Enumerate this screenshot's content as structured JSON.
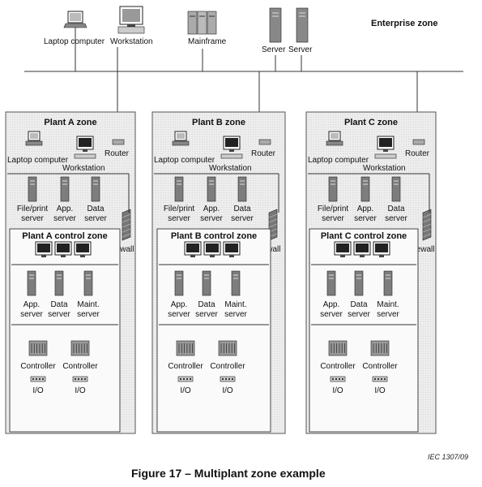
{
  "enterprise": {
    "zone_label": "Enterprise zone",
    "devices": [
      {
        "label": "Laptop computer",
        "icon": "laptop-icon"
      },
      {
        "label": "Workstation",
        "icon": "workstation-icon"
      },
      {
        "label": "Mainframe",
        "icon": "mainframe-icon"
      },
      {
        "label": "Server",
        "icon": "server-icon"
      },
      {
        "label": "Server",
        "icon": "server-icon"
      }
    ]
  },
  "plants": [
    {
      "zone_label": "Plant A zone",
      "control_label": "Plant A control zone",
      "laptop": "Laptop computer",
      "workstation": "Workstation",
      "router": "Router",
      "firewall": "Firewall",
      "servers": [
        [
          "File/print",
          "server"
        ],
        [
          "App.",
          "server"
        ],
        [
          "Data",
          "server"
        ]
      ],
      "control_servers": [
        [
          "App.",
          "server"
        ],
        [
          "Data",
          "server"
        ],
        [
          "Maint.",
          "server"
        ]
      ],
      "controllers": [
        "Controller",
        "Controller"
      ],
      "io": [
        "I/O",
        "I/O"
      ]
    },
    {
      "zone_label": "Plant B zone",
      "control_label": "Plant B control zone",
      "laptop": "Laptop computer",
      "workstation": "Workstation",
      "router": "Router",
      "firewall": "Firewall",
      "servers": [
        [
          "File/print",
          "server"
        ],
        [
          "App.",
          "server"
        ],
        [
          "Data",
          "server"
        ]
      ],
      "control_servers": [
        [
          "App.",
          "server"
        ],
        [
          "Data",
          "server"
        ],
        [
          "Maint.",
          "server"
        ]
      ],
      "controllers": [
        "Controller",
        "Controller"
      ],
      "io": [
        "I/O",
        "I/O"
      ]
    },
    {
      "zone_label": "Plant C zone",
      "control_label": "Plant C control zone",
      "laptop": "Laptop computer",
      "workstation": "Workstation",
      "router": "Router",
      "firewall": "Firewall",
      "servers": [
        [
          "File/print",
          "server"
        ],
        [
          "App.",
          "server"
        ],
        [
          "Data",
          "server"
        ]
      ],
      "control_servers": [
        [
          "App.",
          "server"
        ],
        [
          "Data",
          "server"
        ],
        [
          "Maint.",
          "server"
        ]
      ],
      "controllers": [
        "Controller",
        "Controller"
      ],
      "io": [
        "I/O",
        "I/O"
      ]
    }
  ],
  "reference": "IEC 1307/09",
  "caption": "Figure 17 – Multiplant zone example"
}
